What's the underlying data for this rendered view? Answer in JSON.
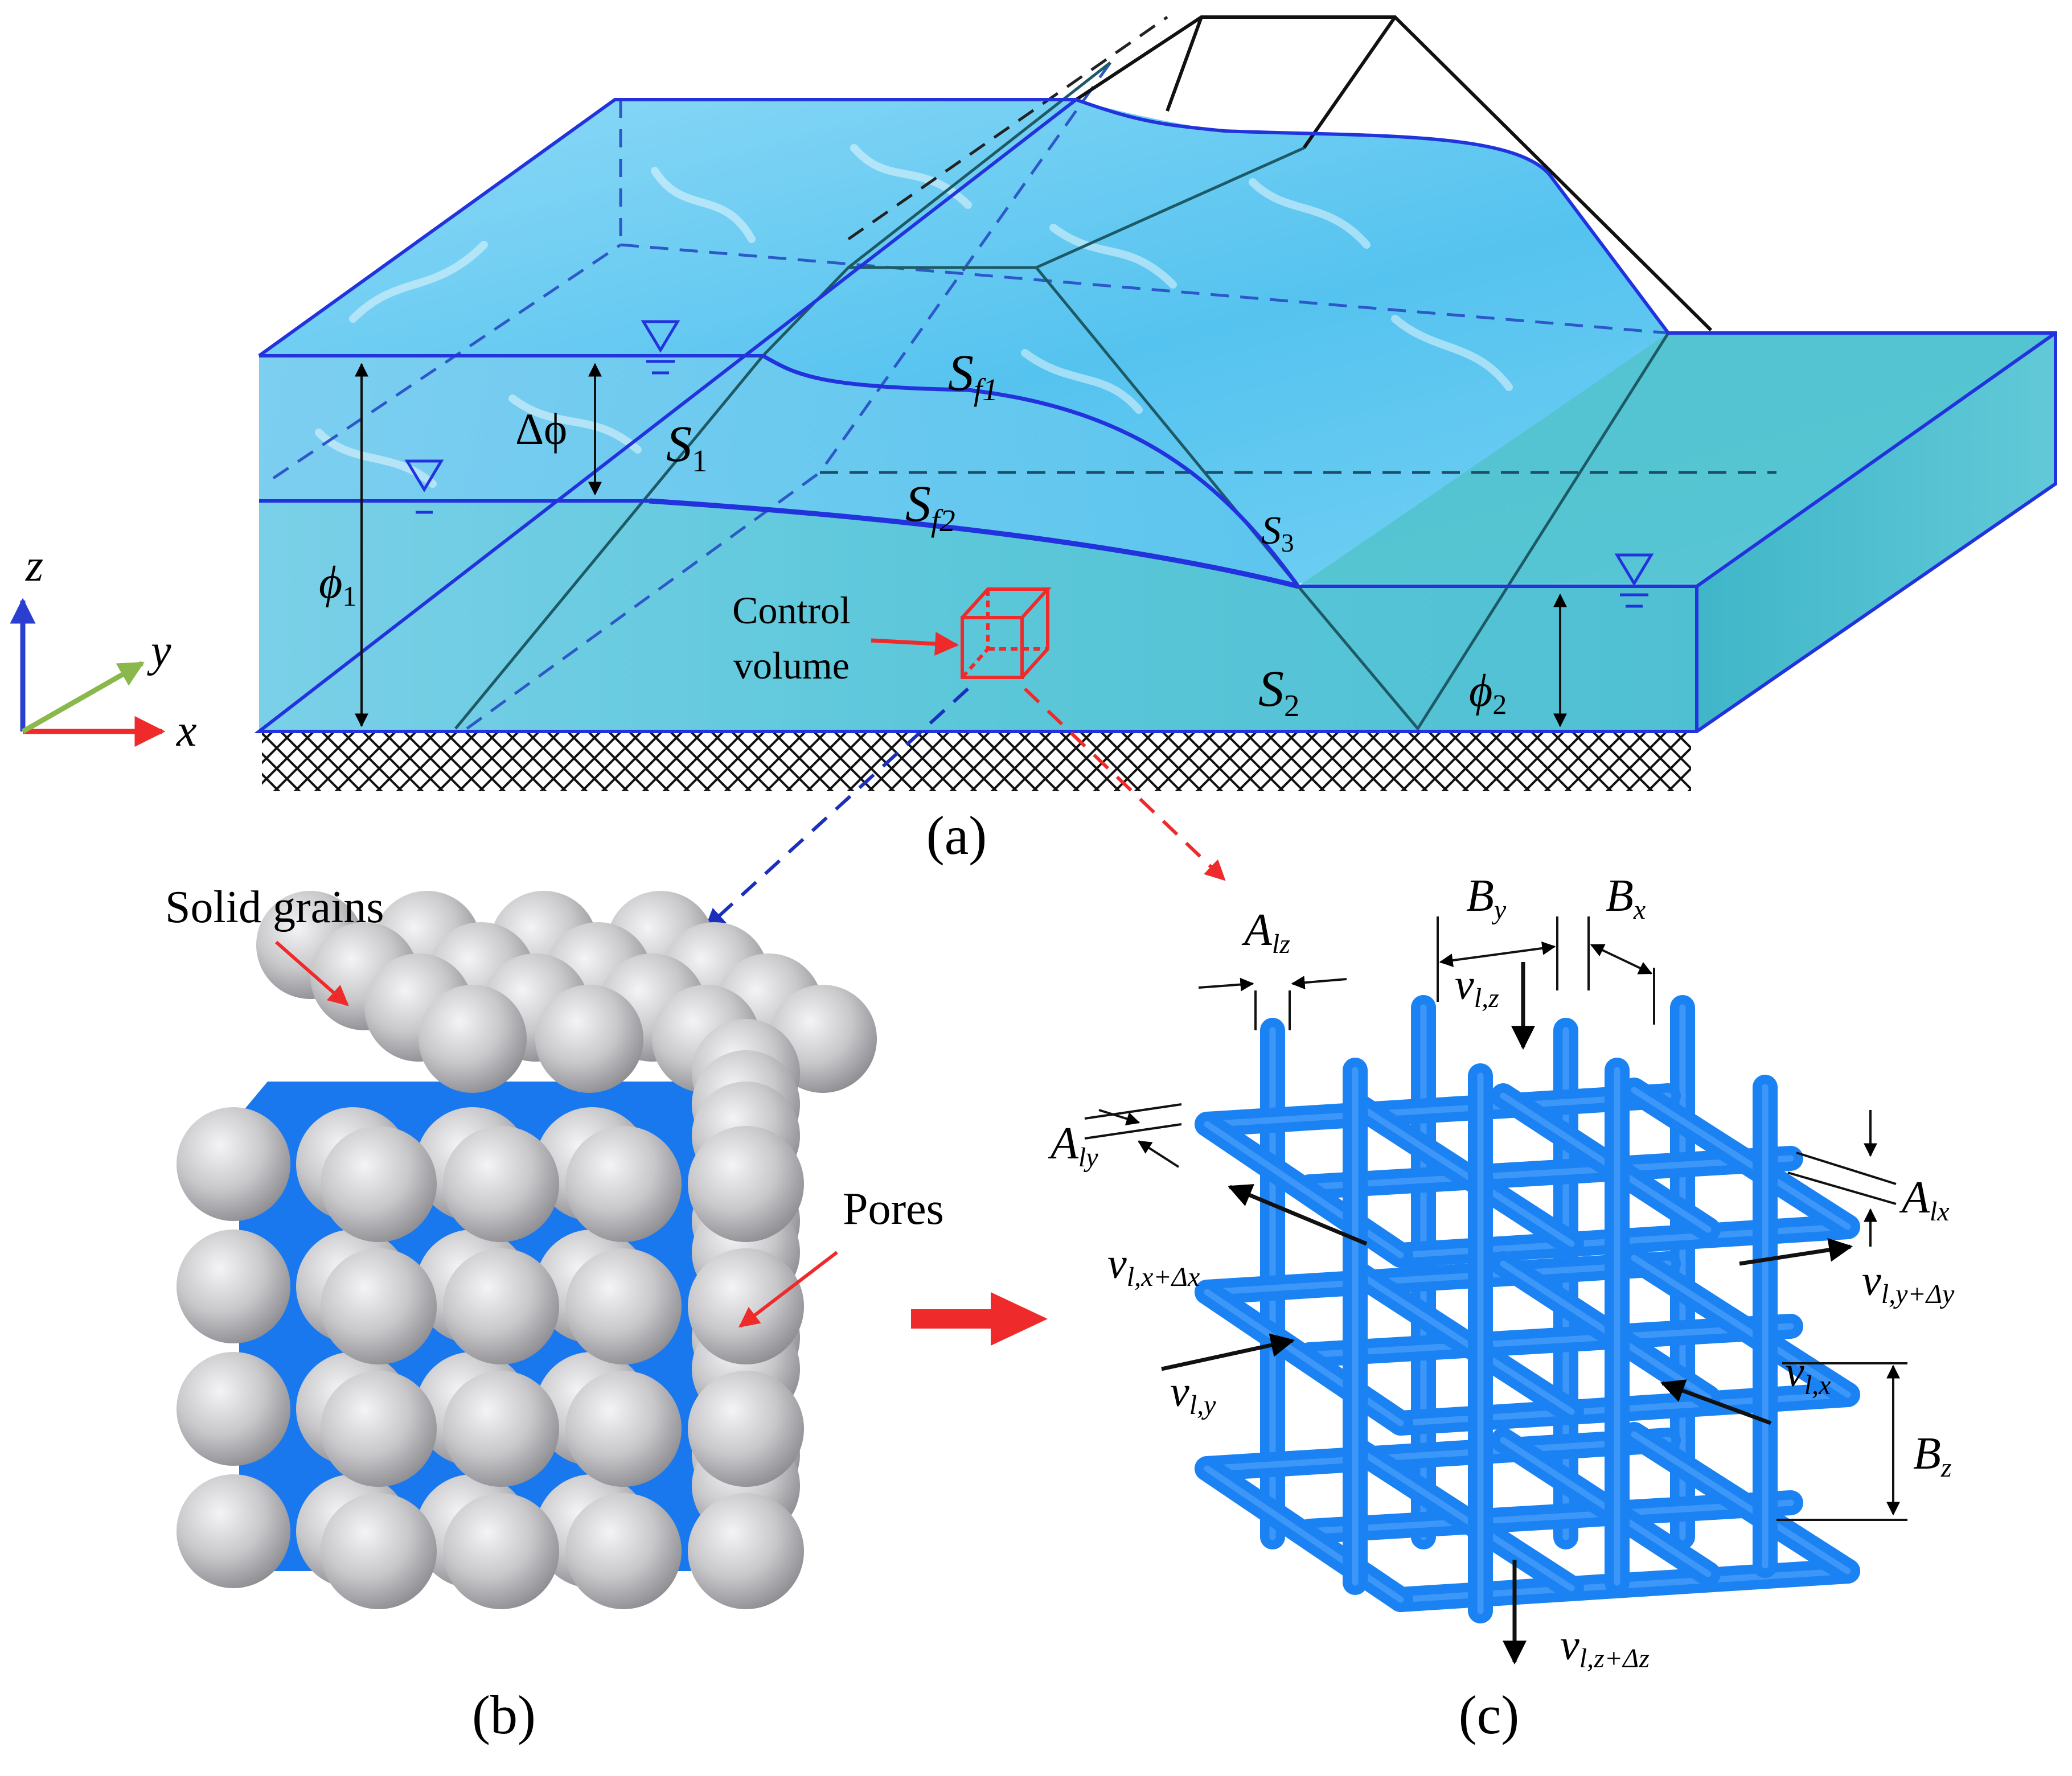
{
  "figure": {
    "panel_a": {
      "caption": "(a)",
      "axes": {
        "z": "z",
        "y": "y",
        "x": "x"
      },
      "labels": {
        "delta_phi": "Δϕ",
        "phi1_main": "ϕ",
        "phi1_sub": "1",
        "phi2_main": "ϕ",
        "phi2_sub": "2",
        "s1_main": "S",
        "s1_sub": "1",
        "s2_main": "S",
        "s2_sub": "2",
        "s3_main": "S",
        "s3_sub": "3",
        "sf1_main": "S",
        "sf1_sub": "f1",
        "sf2_main": "S",
        "sf2_sub": "f2"
      },
      "control_volume": {
        "line1": "Control",
        "line2": "volume"
      }
    },
    "panel_b": {
      "caption": "(b)",
      "solid_grains": "Solid grains",
      "pores": "Pores",
      "grain_rows": 4,
      "grain_cols": 4
    },
    "panel_c": {
      "caption": "(c)",
      "dims": {
        "alz_main": "A",
        "alz_sub": "lz",
        "by_main": "B",
        "by_sub": "y",
        "bx_main": "B",
        "bx_sub": "x",
        "aly_main": "A",
        "aly_sub": "ly",
        "alx_main": "A",
        "alx_sub": "lx",
        "bz_main": "B",
        "bz_sub": "z"
      },
      "velocities": {
        "vlz_main": "v",
        "vlz_sub": "l,z",
        "vlxdx_main": "v",
        "vlxdx_sub": "l,x+Δx",
        "vlydy_main": "v",
        "vlydy_sub": "l,y+Δy",
        "vly_main": "v",
        "vly_sub": "l,y",
        "vlx_main": "v",
        "vlx_sub": "l,x",
        "vlzdz_main": "v",
        "vlzdz_sub": "l,z+Δz"
      }
    },
    "colors": {
      "water_top": "#5fc8ee",
      "water_bottom": "#5ec9d6",
      "outline": "#2233dd",
      "pipe": "#1a82f2",
      "grain": "#c9c9cc",
      "red": "#ee2a2a",
      "dash_blue": "#1b2fbf"
    }
  }
}
